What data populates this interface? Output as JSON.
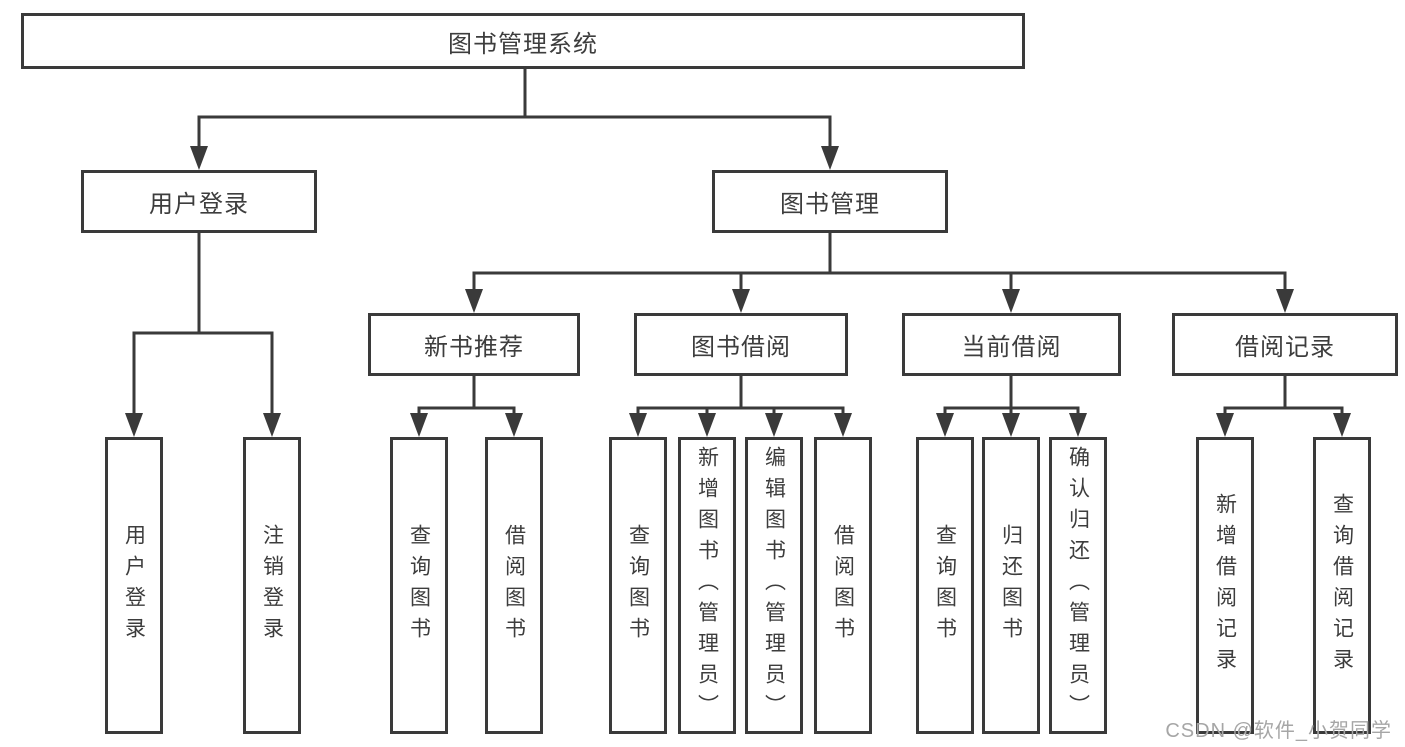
{
  "diagram_title": "图书管理系统",
  "nodes": {
    "root": {
      "label": "图书管理系统"
    },
    "user_login": {
      "label": "用户登录"
    },
    "book_mgmt": {
      "label": "图书管理"
    },
    "new_book_rec": {
      "label": "新书推荐"
    },
    "book_borrow": {
      "label": "图书借阅"
    },
    "current_borrow": {
      "label": "当前借阅"
    },
    "borrow_record": {
      "label": "借阅记录"
    },
    "leaves": {
      "user_login": {
        "label": "用户登录"
      },
      "logout": {
        "label": "注销登录"
      },
      "nbr_query": {
        "label": "查询图书"
      },
      "nbr_borrow": {
        "label": "借阅图书"
      },
      "bb_query": {
        "label": "查询图书"
      },
      "bb_add": {
        "label": "新增图书（管理员）"
      },
      "bb_edit": {
        "label": "编辑图书（管理员）"
      },
      "bb_borrow": {
        "label": "借阅图书"
      },
      "cb_query": {
        "label": "查询图书"
      },
      "cb_return": {
        "label": "归还图书"
      },
      "cb_confirm": {
        "label": "确认归还（管理员）"
      },
      "br_add": {
        "label": "新增借阅记录"
      },
      "br_query": {
        "label": "查询借阅记录"
      }
    }
  },
  "watermark": {
    "text": "CSDN @软件_小贺同学"
  },
  "colors": {
    "line": "#3a3a3a",
    "box_border": "#3a3a3a",
    "box_fill": "#ffffff",
    "text": "#3d3d3d",
    "watermark": "#a6a6a6",
    "background": "#ffffff"
  }
}
